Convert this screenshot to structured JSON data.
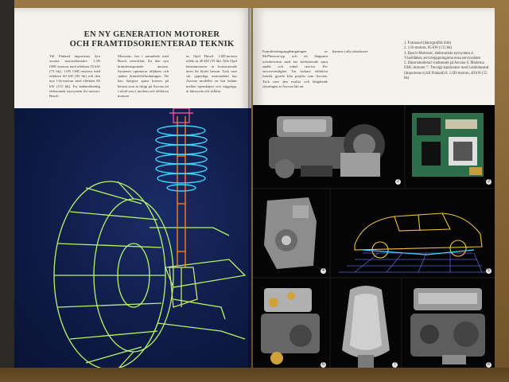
{
  "headline": {
    "line1": "EN NY GENERATION MOTORER",
    "line2": "OCH FRAMTIDSORIENTERAD TEKNIK"
  },
  "left_columns": [
    "Till Finland importeras fyra ascona motoralternativ 1.3N OHC-motorn med effekten 55 kW (75 hk), 1.6N OHC-motorn med effekten 60 kW (82 hk) och den nya 1.6i-motorn med effekten 85 kW (115 hk). En ändamålsenlig elektronisk styrsystem för motorn: Bosch",
    "Motronic, har i samarbete med Bosch utvecklats för den nya bränsleinsprutade motorn. Systemet optimerar effekten och sänker bränsleförbrukningen. De kan återgiva spara kraven på bensin som är rikigt på Ascona att i såväl som i modern och effektiva motorer",
    "av Opel Diesel. 1.6D-motorn effekt är 40 kW (55 hk). Alla Opel bensinmotorer är konstruerade även för blyfri bensin. Tack vare sitt ypperliga motorutbud har Ascona modeller en bra balans mellan egenskaper och väggrepp, är lättstyrda och rökfria"
  ],
  "right_columns": [
    "Framdrivningsupphängningen av McPherson-typ och ett långsamt ochobesvärat med bra körbeteende samt snabb och enkel service. För servicevänlighet. Tre fackare effektiva framåt, gjorda från projekt som Ascona. Tack vare den exakta och lättgående styrningen är Ascona lätt att",
    "hantera i alla situationer."
  ],
  "legend": [
    "1. Framaxel (datorgrafisk bild)",
    "2. 1.6i-motorn, 85 kW (115 hk)",
    "3. Bosch-Motronic, elektroniskt styrsystem 4. Växellådan; servicepppningarna ensa servicetiden",
    "5. Datorsimulerad vindtunnel på Ascona 6. Moderna OHC-motorer 7. Treväga katalysator med Lambdasond (importeras ej till Finland) 8. 1.6D-motorn, 40 kW (55 hk)"
  ],
  "photo_numbers": [
    "2",
    "3",
    "4",
    "5",
    "6",
    "7",
    "8"
  ],
  "colors": {
    "page": "#f4f2ec",
    "wireframe_bg": "#0e1a45",
    "wire_green": "#b6f56a",
    "wire_cyan": "#3ad8ff",
    "wire_orange": "#ff7a1a",
    "car_wire_yellow": "#f0c23a"
  }
}
